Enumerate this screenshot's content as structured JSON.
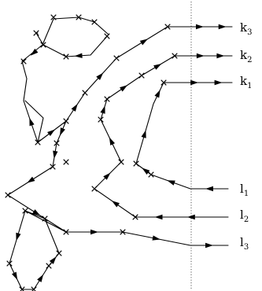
{
  "labels": {
    "k3": {
      "main": "k",
      "sub": "3"
    },
    "k2": {
      "main": "k",
      "sub": "2"
    },
    "k1": {
      "main": "k",
      "sub": "1"
    },
    "l1": {
      "main": "l",
      "sub": "1"
    },
    "l2": {
      "main": "l",
      "sub": "2"
    },
    "l3": {
      "main": "l",
      "sub": "3"
    }
  },
  "colors": {
    "line": "#000000",
    "dotted": "#555555",
    "background": "#ffffff"
  }
}
